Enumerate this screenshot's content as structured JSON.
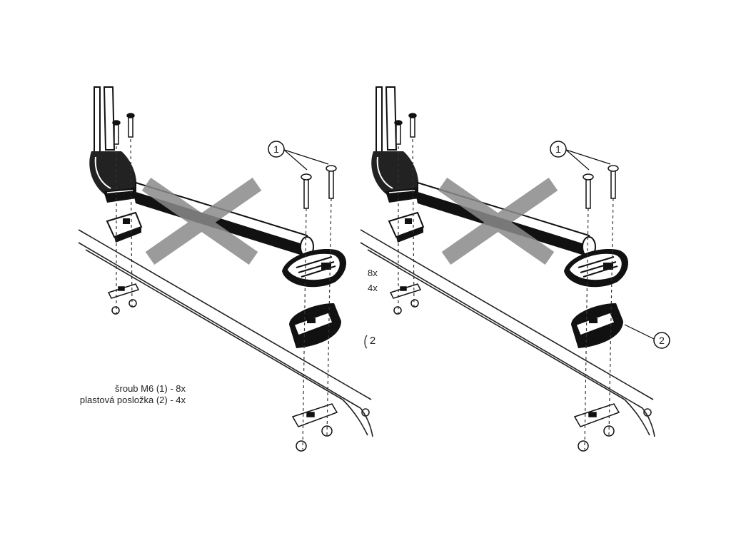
{
  "legend": {
    "line1": "šroub M6 (1) - 8x",
    "line2": "plastová posložka (2) - 4x"
  },
  "panels": [
    {
      "callout_screw": "1",
      "callout_block": "2",
      "qty_screw": "",
      "qty_block": ""
    },
    {
      "callout_screw": "1",
      "callout_block": "2",
      "qty_screw": "8x",
      "qty_block": "4x"
    }
  ],
  "colors": {
    "ink": "#111111",
    "cross": "#8a8a8a"
  }
}
